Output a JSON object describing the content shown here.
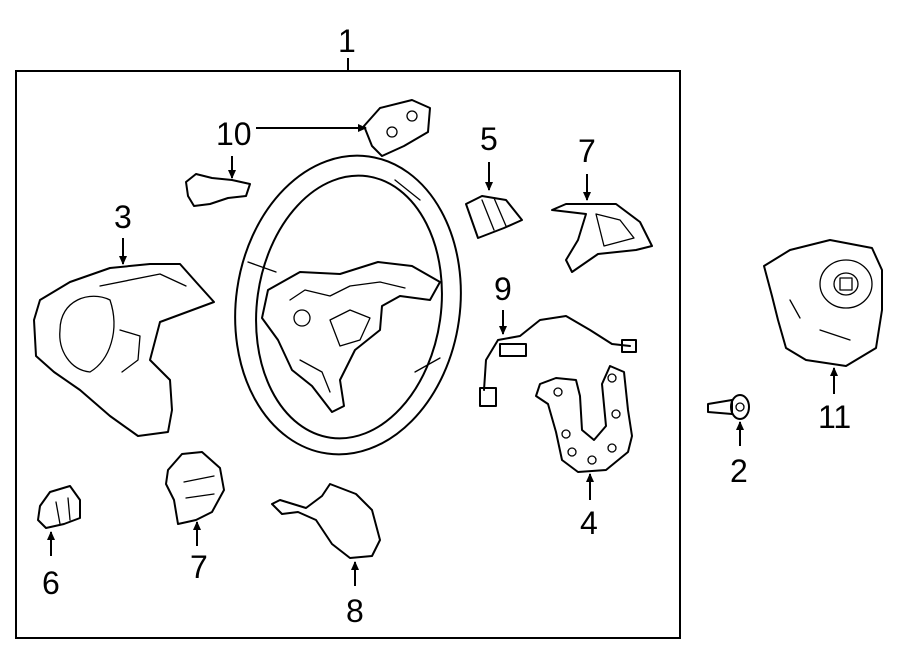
{
  "callouts": {
    "c1": "1",
    "c2": "2",
    "c3": "3",
    "c4": "4",
    "c5": "5",
    "c6": "6",
    "c7a": "7",
    "c7b": "7",
    "c8": "8",
    "c9": "9",
    "c10": "10",
    "c11": "11"
  }
}
